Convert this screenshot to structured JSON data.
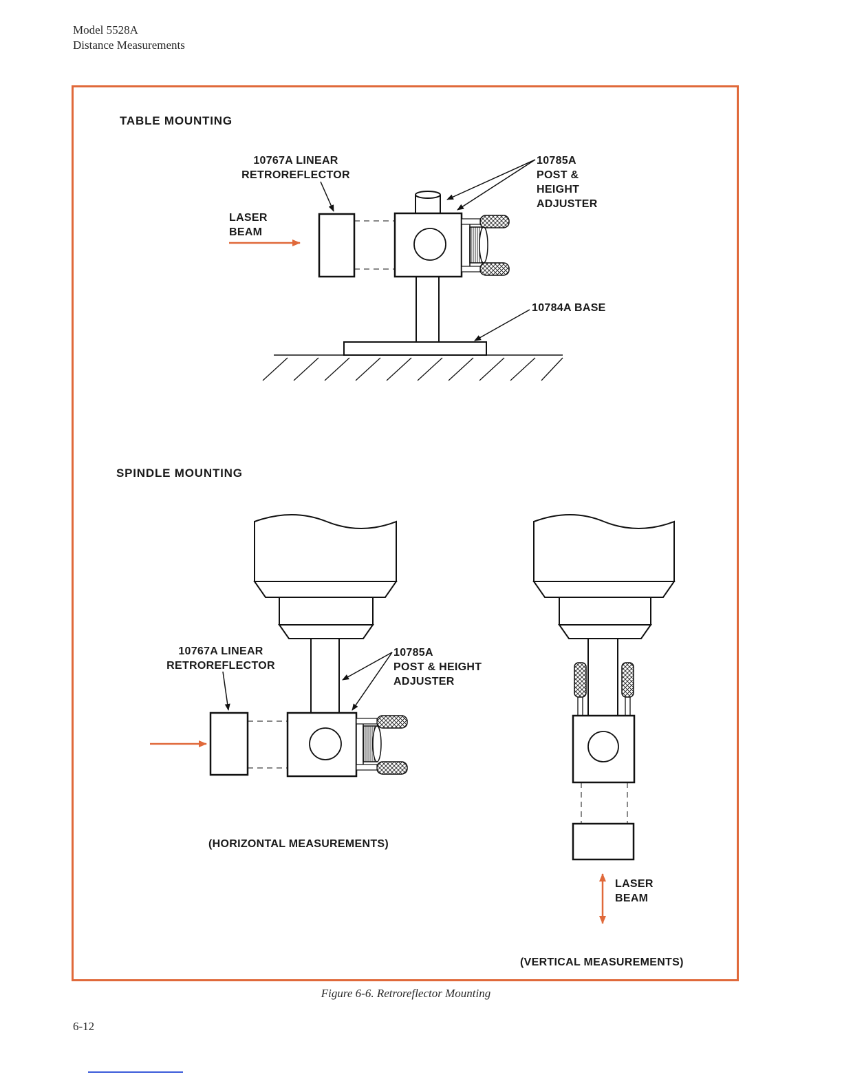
{
  "header": {
    "model": "Model 5528A",
    "section": "Distance Measurements"
  },
  "figure": {
    "table_mounting": {
      "title": "TABLE MOUNTING",
      "retroreflector_label": [
        "10767A LINEAR",
        "RETROREFLECTOR"
      ],
      "post_label": [
        "10785A",
        "POST &",
        "HEIGHT",
        "ADJUSTER"
      ],
      "laser_label": [
        "LASER",
        "BEAM"
      ],
      "base_label": "10784A BASE"
    },
    "spindle_mounting": {
      "title": "SPINDLE MOUNTING",
      "retroreflector_label": [
        "10767A LINEAR",
        "RETROREFLECTOR"
      ],
      "post_label": [
        "10785A",
        "POST & HEIGHT",
        "ADJUSTER"
      ],
      "horizontal_caption": "(HORIZONTAL MEASUREMENTS)",
      "laser_label": [
        "LASER",
        "BEAM"
      ],
      "vertical_caption": "(VERTICAL MEASUREMENTS)"
    },
    "accent_color": "#e0693a"
  },
  "caption": "Figure 6-6. Retroreflector Mounting",
  "page_number": "6-12"
}
